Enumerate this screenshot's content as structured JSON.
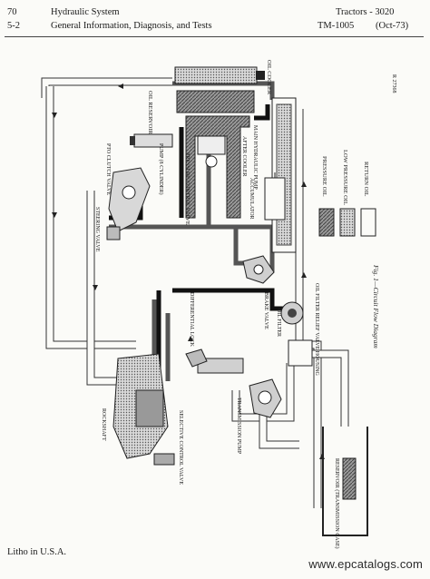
{
  "header": {
    "page_number": "70",
    "section_number": "5-2",
    "section_title": "Hydraulic System",
    "section_subtitle": "General Information, Diagnosis, and Tests",
    "model": "Tractors - 3020",
    "manual_ref": "TM-1005",
    "date": "(Oct-73)"
  },
  "figure": {
    "caption": "Fig. 1—Circuit Flow Diagram",
    "part_number": "R 27368"
  },
  "labels": {
    "oil_cooler": "OIL COOLER",
    "oil_reservoir": "OIL RESERVOIR",
    "pto_clutch_valve": "PTO CLUTCH VALVE",
    "pump": "PUMP (8 CYLINDER)",
    "pressure_control_valve": "PRESSURE CONTROL VALVE",
    "after_cooler": "AFTER COOLER",
    "main_hydraulic_pump": "MAIN HYDRAULIC PUMP",
    "accumulator": "ACCUMULATOR",
    "steering_valve": "STEERING VALVE",
    "brake_valve": "BRAKE VALVE",
    "differential_lock": "DIFFERENTIAL LOCK",
    "oil_filter": "OIL FILTER",
    "oil_filter_relief_valve_housing": "OIL FILTER RELIEF VALVE HOUSING",
    "rockshaft": "ROCKSHAFT",
    "selective_control_valve": "SELECTIVE CONTROL VALVE",
    "transmission_pump": "TRANSMISSION PUMP",
    "reservoir": "RESERVOIR (TRANSMISSION CASE)"
  },
  "legend": {
    "items": [
      "PRESSURE OIL",
      "LOW PRESSURE OIL",
      "RETURN OIL"
    ]
  },
  "footer": {
    "litho": "Litho in U.S.A.",
    "watermark": "www.epcatalogs.com"
  }
}
